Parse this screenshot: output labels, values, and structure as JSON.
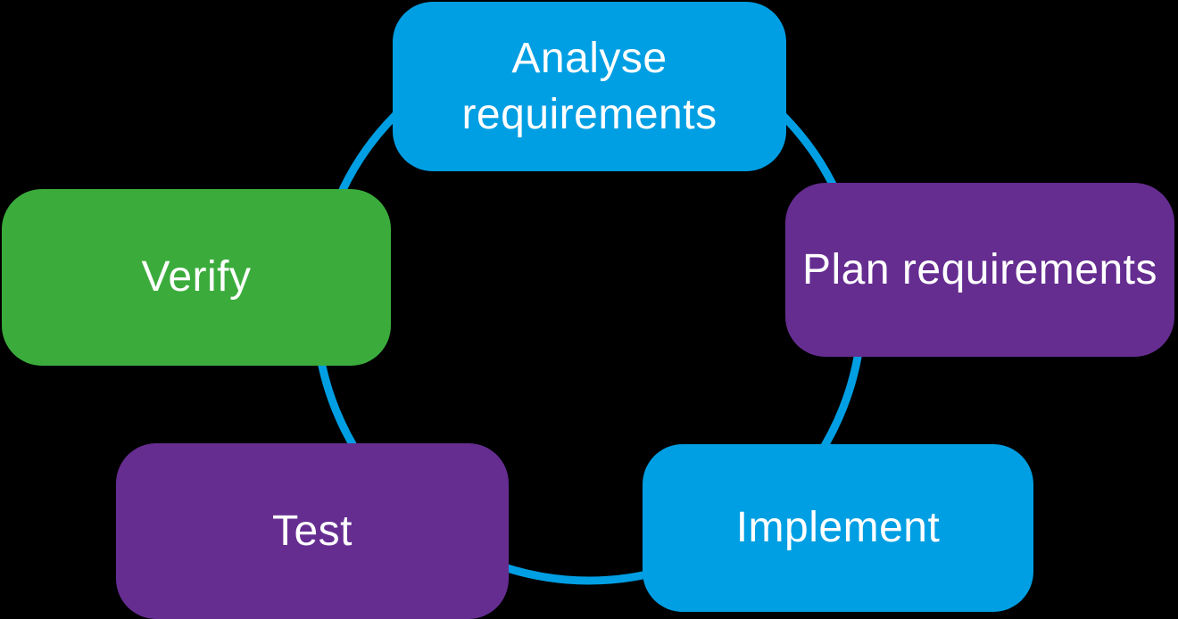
{
  "diagram": {
    "background_color": "#000000",
    "ring": {
      "color": "#009FE3"
    },
    "nodes": {
      "analyse": {
        "label": "Analyse requirements",
        "fill": "#009FE3",
        "text_color": "#FFFFFF"
      },
      "plan": {
        "label": "Plan requirements",
        "fill": "#662D91",
        "text_color": "#FFFFFF"
      },
      "implement": {
        "label": "Implement",
        "fill": "#009FE3",
        "text_color": "#FFFFFF"
      },
      "test": {
        "label": "Test",
        "fill": "#662D91",
        "text_color": "#FFFFFF"
      },
      "verify": {
        "label": "Verify",
        "fill": "#3BAC3C",
        "text_color": "#FFFFFF"
      }
    }
  }
}
